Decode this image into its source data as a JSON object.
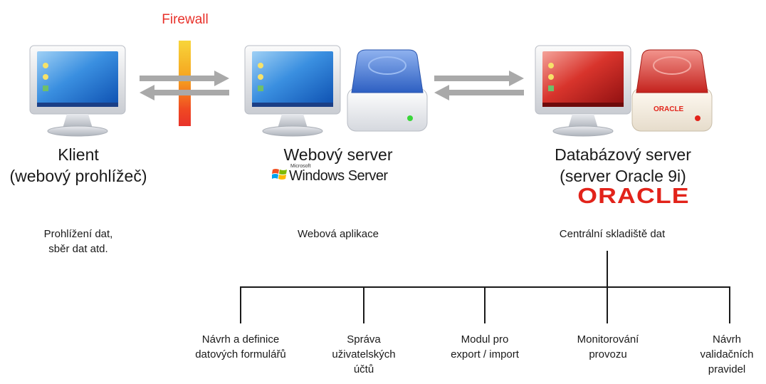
{
  "firewall": {
    "label": "Firewall"
  },
  "nodes": {
    "client": {
      "title_line1": "Klient",
      "title_line2": "(webový prohlížeč)",
      "desc_line1": "Prohlížení dat,",
      "desc_line2": "sběr dat atd."
    },
    "web": {
      "title_line1": "Webový server",
      "logo_brand": "Microsoft",
      "logo_product": "Windows Server",
      "desc_line1": "Webová aplikace"
    },
    "db": {
      "title_line1": "Databázový server",
      "title_line2": "(server Oracle 9i)",
      "logo": "ORACLE",
      "drive_label": "ORACLE",
      "desc_line1": "Centrální skladiště dat"
    }
  },
  "modules": [
    {
      "lines": [
        "Návrh a definice",
        "datových formulářů"
      ]
    },
    {
      "lines": [
        "Správa",
        "uživatelských",
        "účtů"
      ]
    },
    {
      "lines": [
        "Modul pro",
        "export / import"
      ]
    },
    {
      "lines": [
        "Monitorování",
        "provozu"
      ]
    },
    {
      "lines": [
        "Návrh",
        "validačních",
        "pravidel"
      ]
    }
  ],
  "colors": {
    "firewall_text": "#e8312a",
    "arrow": "#a9a9a9",
    "oracle_red": "#e2231a",
    "blue_drive": "#3f6fd1",
    "red_drive": "#d9312b"
  }
}
